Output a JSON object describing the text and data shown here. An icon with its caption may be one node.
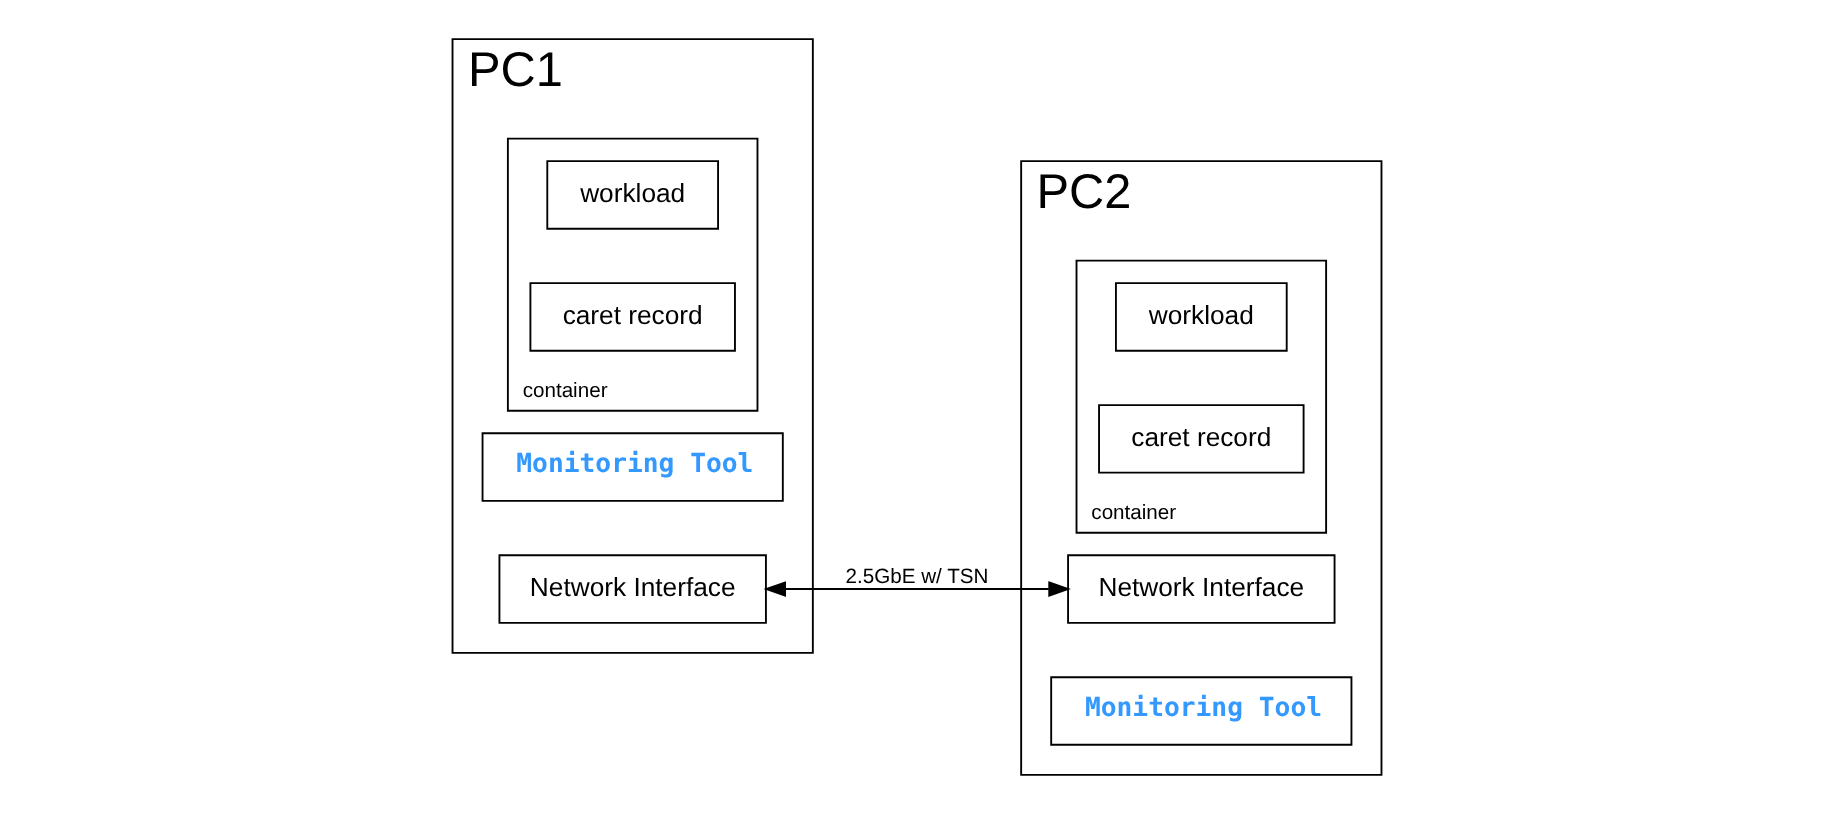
{
  "diagram": {
    "nodes": [
      {
        "text": [
          "PC1"
        ]
      },
      {
        "text": [
          "container"
        ],
        "in": 0
      },
      {
        "text": [
          "workload"
        ],
        "in": 1
      },
      {
        "text": [
          "caret record"
        ],
        "in": 1
      },
      {
        "text": [
          "Monitoring Tool"
        ],
        "in": 0
      },
      {
        "text": [
          "Network Interface"
        ],
        "in": 0
      },
      {
        "text": [
          "PC2"
        ]
      },
      {
        "text": [
          "container"
        ],
        "in": 6
      },
      {
        "text": [
          "workload"
        ],
        "in": 7
      },
      {
        "text": [
          "caret record"
        ],
        "in": 7
      },
      {
        "text": [
          "Network Interface"
        ],
        "in": 6
      },
      {
        "text": [
          "Monitoring Tool"
        ],
        "in": 6
      }
    ],
    "edges": [
      {
        "from": 5,
        "to": 10,
        "arrow": "both",
        "label": "2.5GbE w/ TSN"
      }
    ]
  }
}
